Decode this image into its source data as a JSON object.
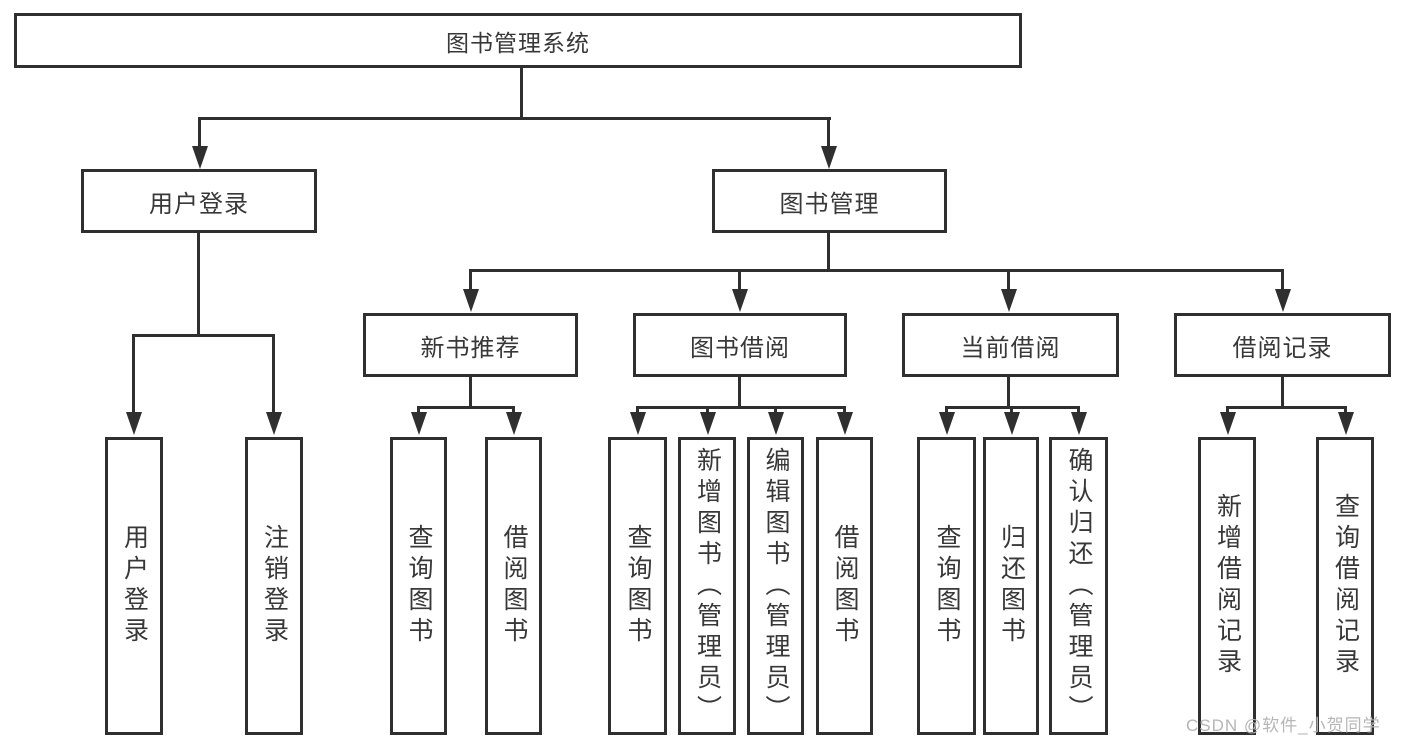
{
  "diagram_type": "hierarchy-tree",
  "colors": {
    "background": "#ffffff",
    "line": "#2f2f2f",
    "box_border": "#2f2f2f",
    "box_fill": "#ffffff",
    "text": "#383838",
    "watermark": "#b6b6b6"
  },
  "tree": {
    "label": "图书管理系统",
    "children": [
      {
        "label": "用户登录",
        "children": [
          {
            "label": "用户登录"
          },
          {
            "label": "注销登录"
          }
        ]
      },
      {
        "label": "图书管理",
        "children": [
          {
            "label": "新书推荐",
            "children": [
              {
                "label": "查询图书"
              },
              {
                "label": "借阅图书"
              }
            ]
          },
          {
            "label": "图书借阅",
            "children": [
              {
                "label": "查询图书"
              },
              {
                "label": "新增图书（管理员）"
              },
              {
                "label": "编辑图书（管理员）"
              },
              {
                "label": "借阅图书"
              }
            ]
          },
          {
            "label": "当前借阅",
            "children": [
              {
                "label": "查询图书"
              },
              {
                "label": "归还图书"
              },
              {
                "label": "确认归还（管理员）"
              }
            ]
          },
          {
            "label": "借阅记录",
            "children": [
              {
                "label": "新增借阅记录"
              },
              {
                "label": "查询借阅记录"
              }
            ]
          }
        ]
      }
    ]
  },
  "watermark": {
    "text": "CSDN @软件_小贺同学"
  }
}
